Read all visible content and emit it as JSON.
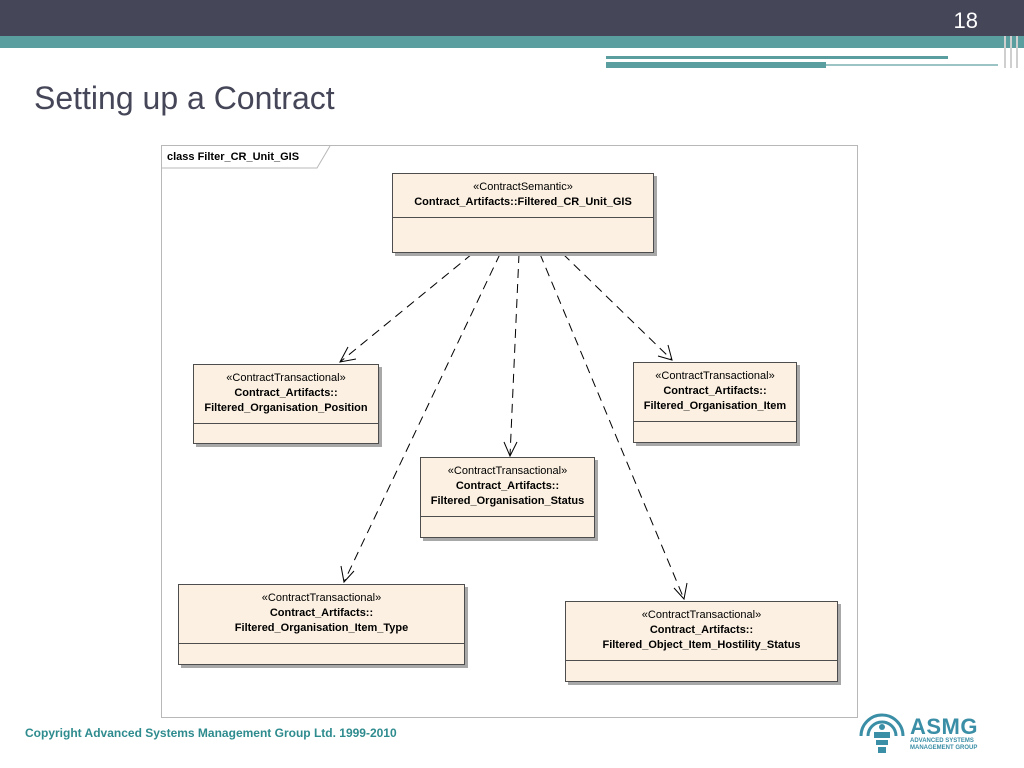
{
  "slide": {
    "number": "18",
    "title": "Setting up a Contract",
    "copyright": "Copyright Advanced Systems Management Group Ltd. 1999-2010"
  },
  "logo": {
    "name": "ASMG",
    "line1": "ADVANCED SYSTEMS",
    "line2": "MANAGEMENT GROUP",
    "color": "#3a8ea6"
  },
  "diagram": {
    "frame_label": "class Filter_CR_Unit_GIS",
    "classes": {
      "semantic": {
        "stereotype": "«ContractSemantic»",
        "name": "Contract_Artifacts::Filtered_CR_Unit_GIS"
      },
      "position": {
        "stereotype": "«ContractTransactional»",
        "name1": "Contract_Artifacts::",
        "name2": "Filtered_Organisation_Position"
      },
      "item": {
        "stereotype": "«ContractTransactional»",
        "name1": "Contract_Artifacts::",
        "name2": "Filtered_Organisation_Item"
      },
      "status": {
        "stereotype": "«ContractTransactional»",
        "name1": "Contract_Artifacts::",
        "name2": "Filtered_Organisation_Status"
      },
      "item_type": {
        "stereotype": "«ContractTransactional»",
        "name1": "Contract_Artifacts::",
        "name2": "Filtered_Organisation_Item_Type"
      },
      "hostility": {
        "stereotype": "«ContractTransactional»",
        "name1": "Contract_Artifacts::",
        "name2": "Filtered_Object_Item_Hostility_Status"
      }
    },
    "box_fill": "#fbf0e1",
    "accent": "#5b9ea0"
  }
}
